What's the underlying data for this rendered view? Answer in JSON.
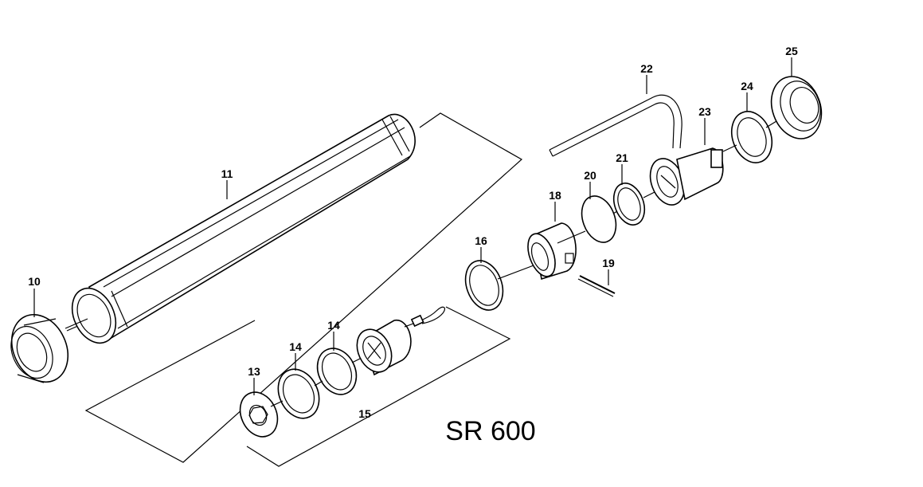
{
  "model": "SR 600",
  "parts": [
    {
      "id": "p10",
      "label": "10"
    },
    {
      "id": "p11",
      "label": "11"
    },
    {
      "id": "p13",
      "label": "13"
    },
    {
      "id": "p14a",
      "label": "14"
    },
    {
      "id": "p14b",
      "label": "14"
    },
    {
      "id": "p15",
      "label": "15"
    },
    {
      "id": "p16",
      "label": "16"
    },
    {
      "id": "p18",
      "label": "18"
    },
    {
      "id": "p19",
      "label": "19"
    },
    {
      "id": "p20",
      "label": "20"
    },
    {
      "id": "p21",
      "label": "21"
    },
    {
      "id": "p22",
      "label": "22"
    },
    {
      "id": "p23",
      "label": "23"
    },
    {
      "id": "p24",
      "label": "24"
    },
    {
      "id": "p25",
      "label": "25"
    }
  ]
}
